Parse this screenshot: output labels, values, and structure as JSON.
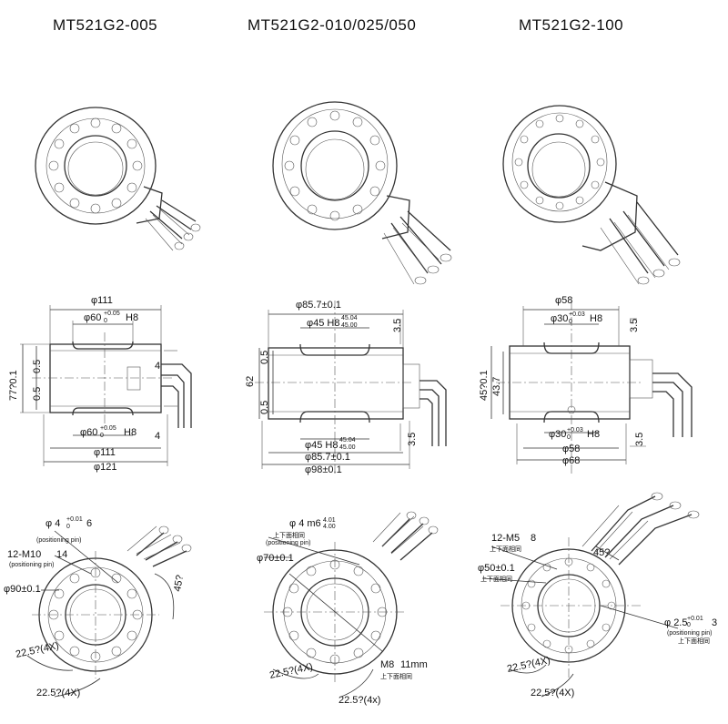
{
  "titles": {
    "col1": "MT521G2-005",
    "col2": "MT521G2-010/025/050",
    "col3": "MT521G2-100"
  },
  "col1_side": {
    "top_dia": "φ111",
    "top_bore": "φ60",
    "top_bore_tol": "+0.05",
    "top_bore_tol0": "0",
    "top_fit": "H8",
    "height": "77?0.1",
    "step1": "0.5",
    "step2": "0.5",
    "right1": "4",
    "right2": "4",
    "bot_bore": "φ60",
    "bot_bore_tol": "+0.05",
    "bot_bore_tol0": "0",
    "bot_fit": "H8",
    "bot_dia1": "φ111",
    "bot_dia2": "φ121"
  },
  "col2_side": {
    "top_dia": "φ85.7±0.1",
    "top_bore": "φ45 H8",
    "top_bore_tol": "45.04",
    "top_bore_tol2": "45.00",
    "height": "62",
    "step1": "0.5",
    "step2": "0.5",
    "right_top": "3.5",
    "right_bot": "3.5",
    "bot_bore": "φ45 H8",
    "bot_bore_tol": "45.04",
    "bot_bore_tol2": "45.00",
    "bot_dia1": "φ85.7±0.1",
    "bot_dia2": "φ98±0.1"
  },
  "col3_side": {
    "top_dia": "φ58",
    "top_bore": "φ30",
    "top_bore_tol": "+0.03",
    "top_bore_tol0": "0",
    "top_fit": "H8",
    "height1": "45?0.1",
    "height2": "43.7",
    "right_top": "3.5",
    "right_bot": "3.5",
    "bot_bore": "φ30",
    "bot_bore_tol": "+0.03",
    "bot_bore_tol0": "0",
    "bot_fit": "H8",
    "bot_dia1": "φ58",
    "bot_dia2": "φ68"
  },
  "col1_bottom": {
    "pin": "φ 4",
    "pin_tol": "+0.01",
    "pin_tol0": "0",
    "pin_depth": "6",
    "pin_label": "(positioning pin)",
    "thread": "12-M10",
    "thread_depth": "14",
    "thread_label": "(positioning pin)",
    "pcd": "φ90±0.1",
    "angle1": "45?",
    "angle2": "22.5?(4X)",
    "angle3": "22.5?(4X)"
  },
  "col2_bottom": {
    "pin": "φ 4 m6",
    "pin_tol": "4.01",
    "pin_tol2": "4.00",
    "pin_cn": "上下面相同",
    "pin_label": "(positioning pin)",
    "pcd": "φ70±0.1",
    "thread": "M8",
    "thread_depth": "11mm",
    "thread_cn": "上下面相同",
    "angle1": "22.5?(4X)",
    "angle2": "22.5?(4x)"
  },
  "col3_bottom": {
    "thread": "12-M5",
    "thread_depth": "8",
    "thread_cn": "上下面相同",
    "pcd": "φ50±0.1",
    "pcd_cn": "上下面相同",
    "angle1": "45?",
    "pin": "φ 2.5",
    "pin_tol": "+0.01",
    "pin_tol0": "0",
    "pin_depth": "3",
    "pin_label": "(positioning pin)",
    "pin_cn": "上下面相同",
    "angle2": "22.5?(4X)",
    "angle3": "22.5?(4X)"
  }
}
